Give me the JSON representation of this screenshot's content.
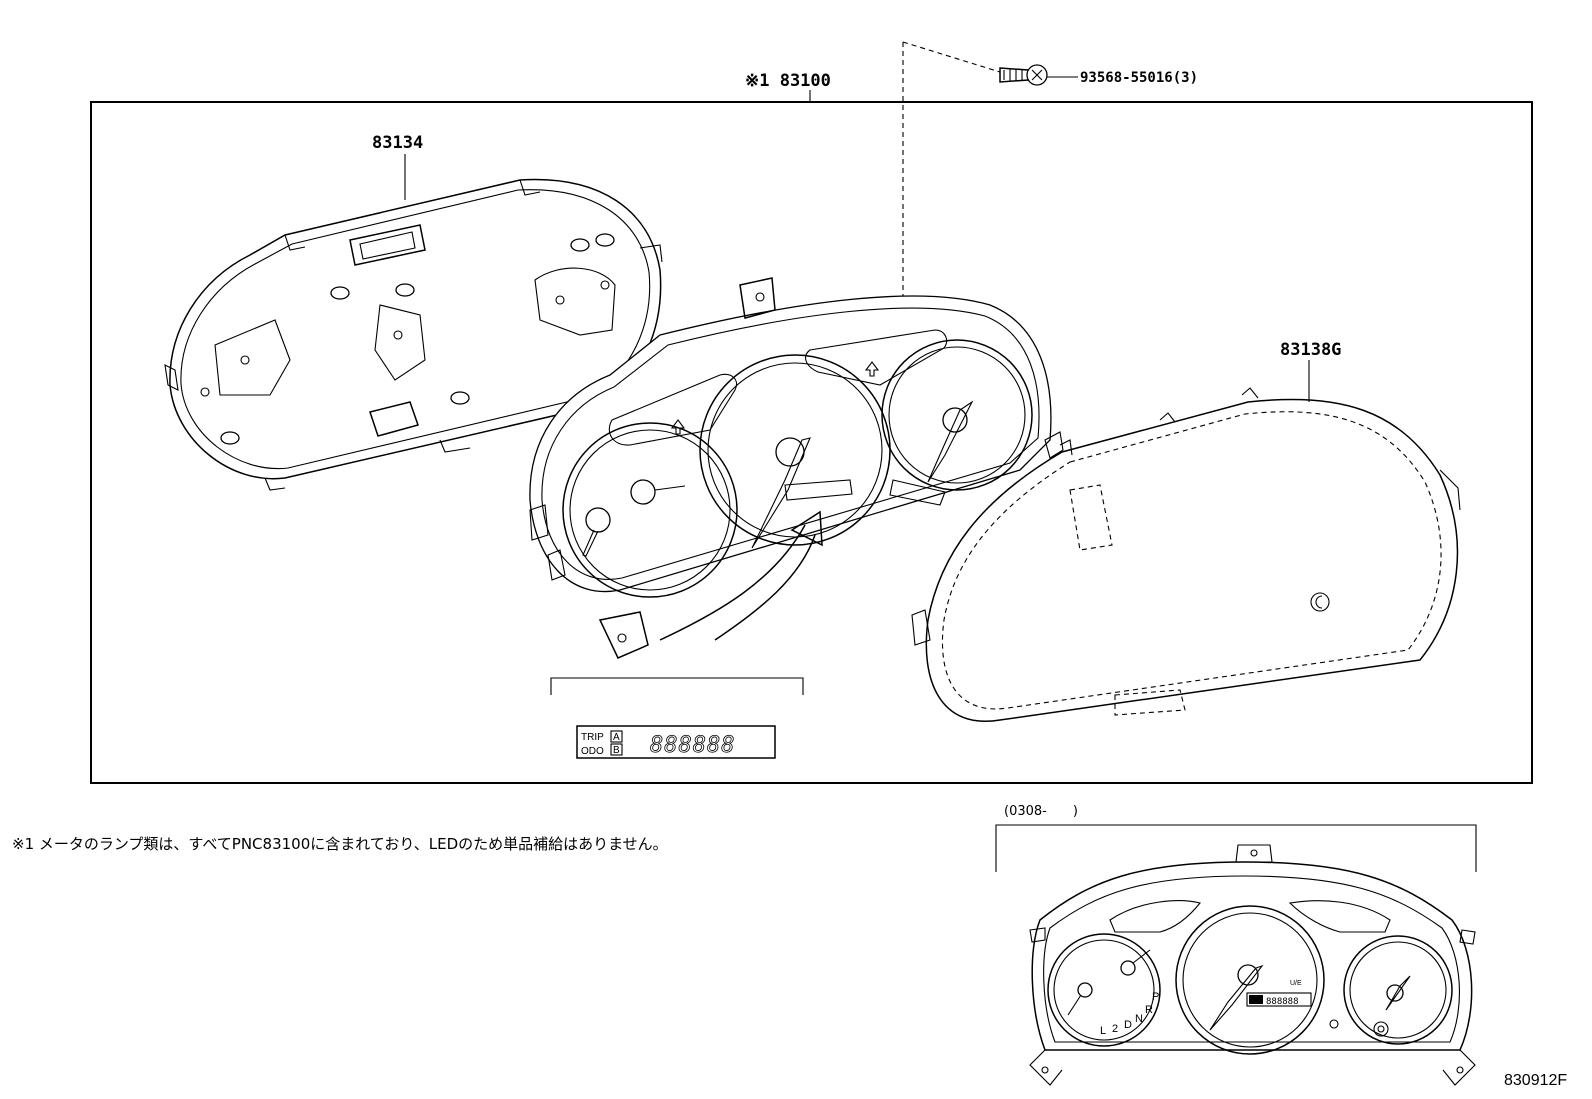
{
  "labels": {
    "assembly": "※1 83100",
    "screw": "93568-55016(3)",
    "rear_case": "83134",
    "cover": "83138G"
  },
  "odometer": {
    "trip": "TRIP",
    "odo": "ODO",
    "a": "A",
    "b": "B",
    "digits": "888888"
  },
  "note": "※1 メータのランプ類は、すべてPNC83100に含まれており、LEDのため単品補給はありません。",
  "variant": {
    "range": "(0308-　　)",
    "gears": [
      "L",
      "2",
      "D",
      "N",
      "R",
      "P"
    ],
    "small_text": "U/E"
  },
  "figure_code": "830912F"
}
